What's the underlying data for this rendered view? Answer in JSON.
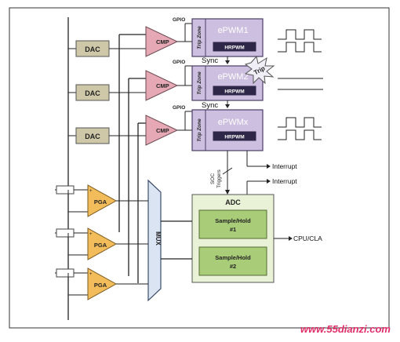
{
  "dac": {
    "label": "DAC"
  },
  "cmp": {
    "label": "CMP"
  },
  "pga": {
    "label": "PGA"
  },
  "gpio": {
    "label": "GPIO"
  },
  "pwm_blocks": [
    {
      "name": "ePWM1",
      "trip_zone": "Trip Zone",
      "hrpwm": "HRPWM"
    },
    {
      "name": "ePWM2",
      "trip_zone": "Trip Zone",
      "hrpwm": "HRPWM"
    },
    {
      "name": "ePWMx",
      "trip_zone": "Trip Zone",
      "hrpwm": "HRPWM"
    }
  ],
  "sync": {
    "label": "Sync"
  },
  "trip_burst": {
    "label": "Trip"
  },
  "interrupt": {
    "label": "Interrupt"
  },
  "soc": {
    "line1": "SOC",
    "line2": "Triggers"
  },
  "adc": {
    "title": "ADC",
    "sample_hold_1": {
      "line1": "Sample/Hold",
      "line2": "#1"
    },
    "sample_hold_2": {
      "line1": "Sample/Hold",
      "line2": "#2"
    }
  },
  "mux": {
    "label": "MUX"
  },
  "cpu_cla": {
    "label": "CPU/CLA"
  },
  "watermark": {
    "text": "www.55dianzi.com"
  },
  "colors": {
    "dac": "#cfc8a8",
    "cmp": "#e6a8b4",
    "pga": "#f2bc5a",
    "epwm": "#cdbfe0",
    "adc": "#e9f2d6",
    "sample_hold": "#a9cc78",
    "mux": "#dbe4f2",
    "watermark": "#e0306a"
  }
}
